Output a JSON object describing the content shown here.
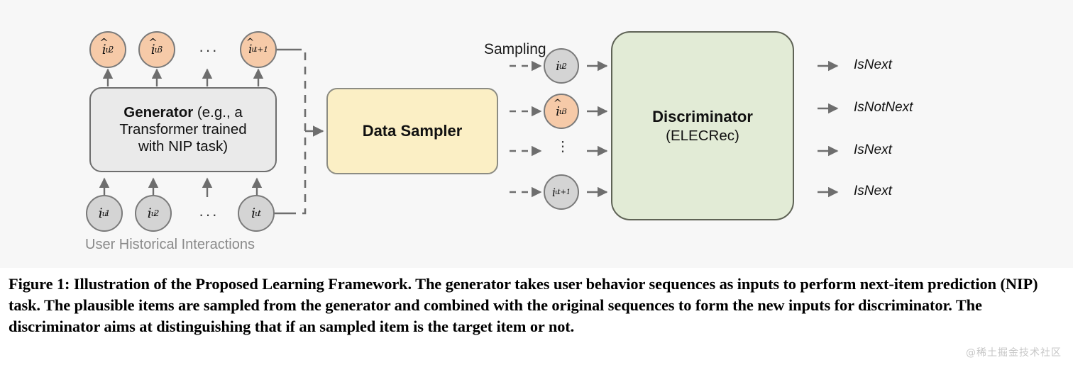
{
  "figure": {
    "background_color": "#F7F7F7",
    "generator_box": {
      "title": "Generator",
      "rest": " (e.g., a",
      "line2": "Transformer trained",
      "line3": "with NIP task)",
      "fill": "#EAEAEA",
      "stroke": "#6E6E6E"
    },
    "data_sampler_box": {
      "title": "Data Sampler",
      "fill": "#FBEFC5",
      "stroke": "#8C8C83"
    },
    "discriminator_box": {
      "title": "Discriminator",
      "subtitle": "(ELECRec)",
      "fill": "#E2EBD6",
      "stroke": "#5F6356"
    },
    "generated_items": [
      {
        "base": "i",
        "hat": true,
        "sup": "u",
        "sub": "2",
        "fill": "#F6CAA8"
      },
      {
        "base": "i",
        "hat": true,
        "sup": "u",
        "sub": "3",
        "fill": "#F6CAA8"
      },
      {
        "ellipsis": "···"
      },
      {
        "base": "i",
        "hat": true,
        "sup": "u",
        "sub": "t+1",
        "fill": "#F6CAA8"
      }
    ],
    "history_items": [
      {
        "base": "i",
        "hat": false,
        "sup": "u",
        "sub": "1",
        "fill": "#D4D4D4"
      },
      {
        "base": "i",
        "hat": false,
        "sup": "u",
        "sub": "2",
        "fill": "#D4D4D4"
      },
      {
        "ellipsis": "···"
      },
      {
        "base": "i",
        "hat": false,
        "sup": "u",
        "sub": "t",
        "fill": "#D4D4D4"
      }
    ],
    "history_caption": "User Historical Interactions",
    "sampling_label": "Sampling",
    "sampled_items": [
      {
        "base": "i",
        "hat": false,
        "sup": "u",
        "sub": "2",
        "fill": "#D4D4D4"
      },
      {
        "base": "i",
        "hat": true,
        "sup": "u",
        "sub": "3",
        "fill": "#F6CAA8"
      },
      {
        "ellipsis": "⋮"
      },
      {
        "base": "i",
        "hat": false,
        "sup": "u",
        "sub": "t+1",
        "fill": "#D4D4D4"
      }
    ],
    "outputs": [
      "IsNext",
      "IsNotNext",
      "IsNext",
      "IsNext"
    ],
    "arrow_color": "#6E6E6E",
    "circle_stroke": "#7A7A7A"
  },
  "caption": {
    "text": "Figure 1: Illustration of the Proposed Learning Framework. The generator takes user behavior sequences as inputs to perform next-item prediction (NIP) task. The plausible items are sampled from the generator and combined with the original sequences to form the new inputs for discriminator. The discriminator aims at distinguishing that if an sampled item is the target item or not."
  },
  "watermark": {
    "text": "@稀土掘金技术社区"
  }
}
